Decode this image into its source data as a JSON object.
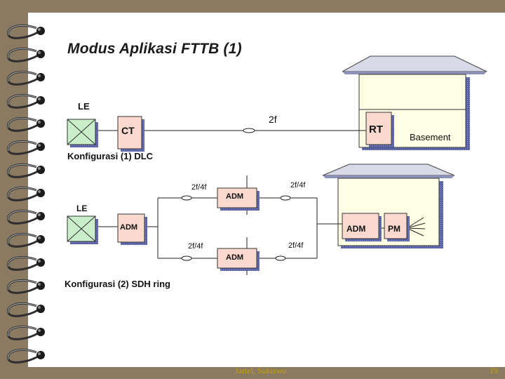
{
  "slide": {
    "title": "Modus Aplikasi FTTB (1)",
    "footer_author": "Jartel, Sukiswo",
    "page_number": "19"
  },
  "config1": {
    "le_label": "LE",
    "ct_label": "CT",
    "link_label": "2f",
    "rt_label": "RT",
    "basement_label": "Basement",
    "caption": "Konfigurasi (1) DLC"
  },
  "config2": {
    "le_label": "LE",
    "adm_left_label": "ADM",
    "adm_top_label": "ADM",
    "adm_bottom_label": "ADM",
    "adm_building_label": "ADM",
    "pm_label": "PM",
    "link_top_left": "2f/4f",
    "link_top_right": "2f/4f",
    "link_bottom_left": "2f/4f",
    "link_bottom_right": "2f/4f",
    "caption": "Konfigurasi (2) SDH ring"
  },
  "colors": {
    "box_fill": "#fbd9cf",
    "box_shadow": "#5b63a8",
    "building_fill": "#fefee4",
    "roof_fill": "#d8dae8",
    "le_fill": "#c9eec9",
    "footer": "#c8a300"
  }
}
